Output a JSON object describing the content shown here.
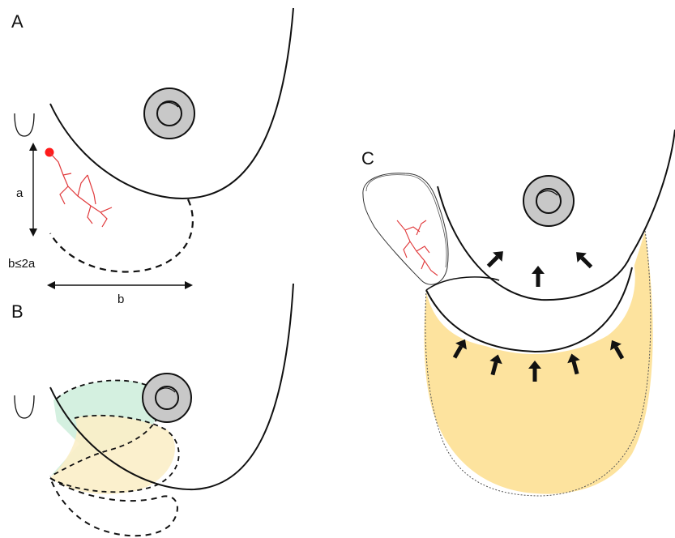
{
  "figure": {
    "panel_a": {
      "label": "A",
      "dimension_a": "a",
      "dimension_b": "b",
      "constraint": "b≤2a"
    },
    "panel_b": {
      "label": "B"
    },
    "panel_c": {
      "label": "C"
    },
    "colors": {
      "outline": "#111111",
      "areola": "#c8c8c8",
      "vessel": "#e0393b",
      "perforator_dot": "#ff1a1a",
      "flap_green": "#cfeedd",
      "flap_yellow": "#fbeec8",
      "defect_fill": "#fde39e"
    },
    "icons": [
      "breast-outline-icon",
      "areola-icon",
      "nipple-icon",
      "perforator-dot-icon",
      "compression-arrow-icon",
      "umbilicus-icon"
    ]
  }
}
